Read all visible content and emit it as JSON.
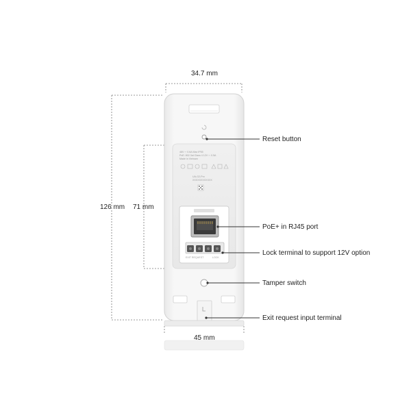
{
  "dimensions": {
    "top_width": "34.7 mm",
    "total_height": "126 mm",
    "panel_height": "71 mm",
    "bottom_width": "45 mm"
  },
  "callouts": {
    "reset": "Reset button",
    "rj45": "PoE+ in RJ45 port",
    "lock": "Lock terminal to support 12V option",
    "tamper": "Tamper switch",
    "exit": "Exit request input terminal"
  },
  "device_label": {
    "line1": "48V ⎓ 0.6A Max  IP55",
    "line2": "PoE: 802.3at Class 4  12V ⎓ 0.5A",
    "line3": "Made in Vietnam",
    "model": "UA-G2-Pro",
    "serial": "XXXXXXXXXXXX"
  },
  "terminal_labels": {
    "left": "EXIT REQUEST",
    "right": "LOCK"
  },
  "colors": {
    "device_body": "#f4f4f4",
    "device_outline": "#d6d6d6",
    "dimension_line": "#6e6e6e",
    "port_housing": "#3a3a3a"
  }
}
